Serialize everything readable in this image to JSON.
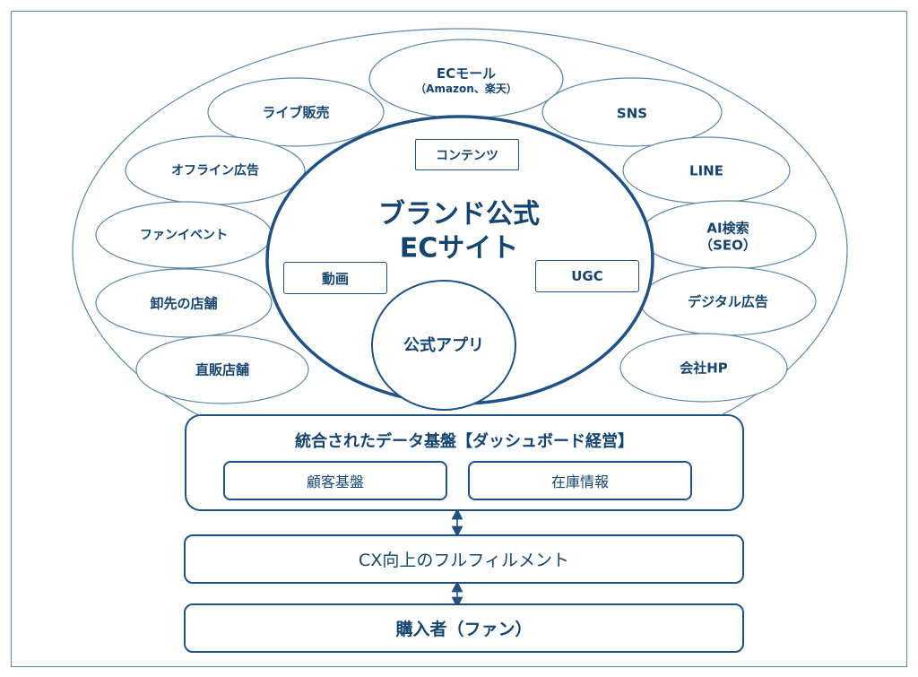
{
  "center": {
    "title_line1": "ブランド公式",
    "title_line2": "ECサイト"
  },
  "inner_boxes": {
    "contents": "コンテンツ",
    "video": "動画",
    "ugc": "UGC"
  },
  "app": "公式アプリ",
  "channels": {
    "ec_mall": {
      "line1": "ECモール",
      "line2": "（Amazon、楽天）"
    },
    "live_sales": "ライブ販売",
    "sns": "SNS",
    "offline_ads": "オフライン広告",
    "line": "LINE",
    "fan_event": "ファンイベント",
    "ai_search": {
      "line1": "AI検索",
      "line2": "（SEO）"
    },
    "wholesale_stores": "卸先の店舗",
    "digital_ads": "デジタル広告",
    "direct_stores": "直販店舗",
    "company_hp": "会社HP"
  },
  "data_platform": {
    "title": "統合されたデータ基盤【ダッシュボード経営】",
    "customer_base": "顧客基盤",
    "inventory": "在庫情報"
  },
  "fulfillment": "CX向上のフルフィルメント",
  "buyers": "購入者（ファン）",
  "colors": {
    "dark": "#1f5283",
    "text": "#15456f",
    "light": "#5b87a6"
  }
}
